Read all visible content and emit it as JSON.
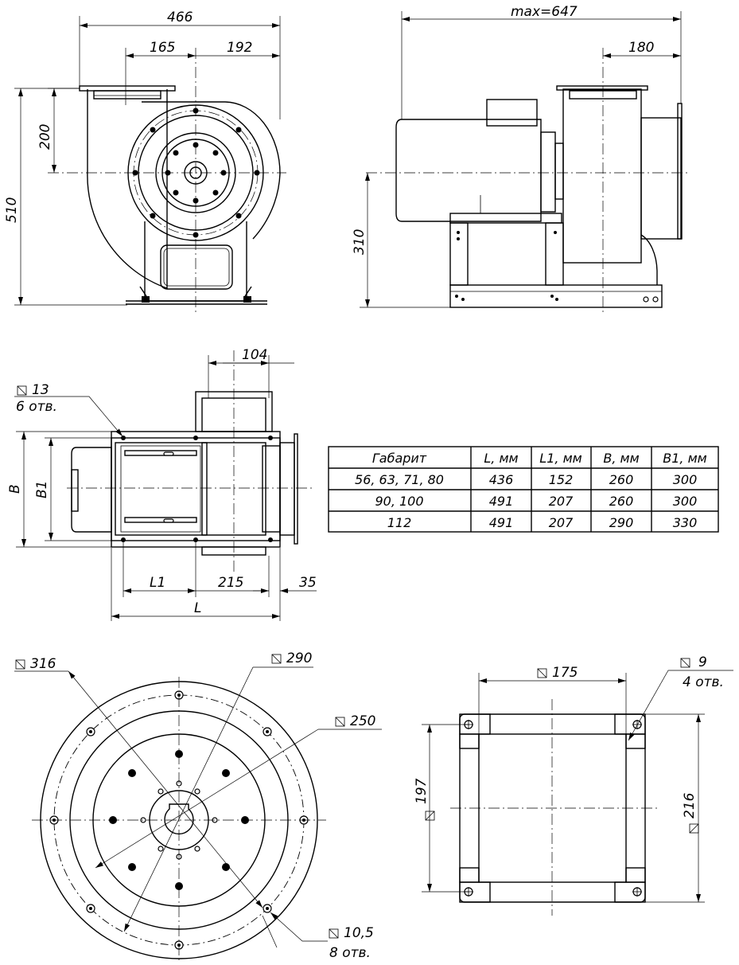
{
  "dimensions": {
    "top_width": "466",
    "top_left": "165",
    "top_right": "192",
    "height_200": "200",
    "height_total": "510",
    "max_length": "max=647",
    "side_180": "180",
    "side_height": "310",
    "plan_104": "104",
    "hole_size": "13",
    "hole_count": "6 отв.",
    "plan_B": "B",
    "plan_B1": "B1",
    "plan_L1": "L1",
    "plan_215": "215",
    "plan_35": "35",
    "plan_L": "L",
    "flange_316": "316",
    "flange_290": "290",
    "flange_250": "250",
    "flange_hole": "10,5",
    "flange_hole_count": "8 отв.",
    "outlet_175": "175",
    "outlet_hole": "9",
    "outlet_hole_count": "4 отв.",
    "outlet_197": "197",
    "outlet_216": "216"
  },
  "table": {
    "headers": [
      "Габарит",
      "L, мм",
      "L1, мм",
      "B, мм",
      "B1, мм"
    ],
    "rows": [
      [
        "56, 63, 71, 80",
        "436",
        "152",
        "260",
        "300"
      ],
      [
        "90, 100",
        "491",
        "207",
        "260",
        "300"
      ],
      [
        "112",
        "491",
        "207",
        "290",
        "330"
      ]
    ]
  }
}
